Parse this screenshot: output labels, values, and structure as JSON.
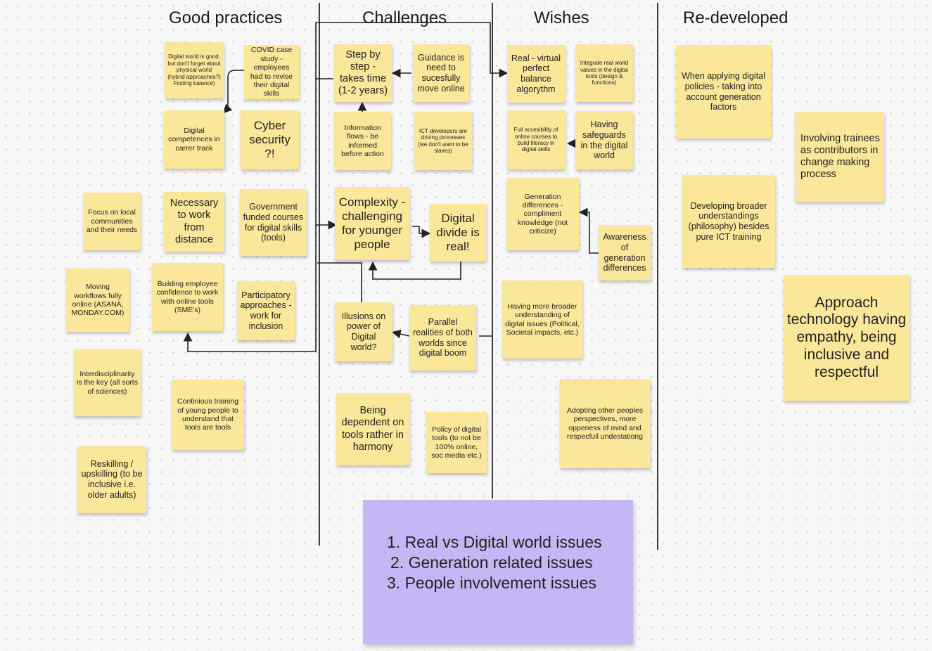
{
  "columns": {
    "good_practices": "Good practices",
    "challenges": "Challenges",
    "wishes": "Wishes",
    "redeveloped": "Re-developed"
  },
  "notes": {
    "digital_world_good": "Digital world is good, but don't forget about physical world (hybrid approaches?) Finding balance)",
    "covid_case": "COVID case study - employees had to revise their digital skills",
    "digital_competences": "Digital competences in carrer track",
    "cyber_security": "Cyber security ?!",
    "focus_local": "Focus on local communities and their needs",
    "necessary_distance": "Necessary to work from distance",
    "government_funded": "Government funded courses for digital skills (tools)",
    "moving_workflows": "Moving workflows fully online (ASANA, MONDAY.COM)",
    "building_confidence": "Building employee confidence to work with online tools (SME's)",
    "participatory": "Participatory approaches - work for inclusion",
    "interdisciplinarity": "Interdisciplinarity is the key (all sorts of sciences)",
    "continious_training": "Continious training of young people to understand that tools are tools",
    "reskilling": "Reskilling / upskilling (to be inclusive i.e. older adults)",
    "step_by_step": "Step by step - takes time (1-2 years)",
    "guidance": "Guidance is need to sucesfully move online",
    "information_flows": "Information flows - be informed before action",
    "ict_developers": "ICT developers are driving processes (we don't want to be slaves)",
    "complexity": "Complexity - challenging for younger people",
    "digital_divide": "Digital divide is real!",
    "illusions": "Illusions on power of Digital world?",
    "parallel_realities": "Parallel realities of both worlds since digital boom",
    "being_dependent": "Being dependent on tools rather in harmony",
    "policy_digital": "Policy of digital tools (to not be 100% online, soc media etc.)",
    "real_virtual": "Real - virtual perfect balance algorythm",
    "integrate_real": "Integrate real world values in the digital tools (design & functions)",
    "full_accessibility": "Full accesibility of online courses to build literacy in digital skills",
    "having_safeguards": "Having safeguards in the digital world",
    "generation_differences": "Generation differences - compliment knowledge (not criticize)",
    "awareness": "Awareness of generation differences",
    "having_more": "Having more broader understanding of digital issues (Political, Societal impacts, etc.)",
    "adopting_other": "Adopting other peoples perspectives, more oppeness of mind and respecfull undestationg",
    "when_applying": "When applying digital policies - taking into account generation factors",
    "involving_trainees": "Involving trainees as contributors in change making process",
    "developing_broader": "Developing broader understandings (philosophy) besides pure ICT training",
    "approach_technology": "Approach technology having empathy, being inclusive and respectful"
  },
  "summary": {
    "item1": "1. Real vs Digital world issues",
    "item2": "2. Generation related issues",
    "item3": "3. People involvement issues"
  },
  "colors": {
    "sticky_yellow": "#fbe79a",
    "summary_purple": "#c7b6f5",
    "line": "#3a3a3a"
  }
}
